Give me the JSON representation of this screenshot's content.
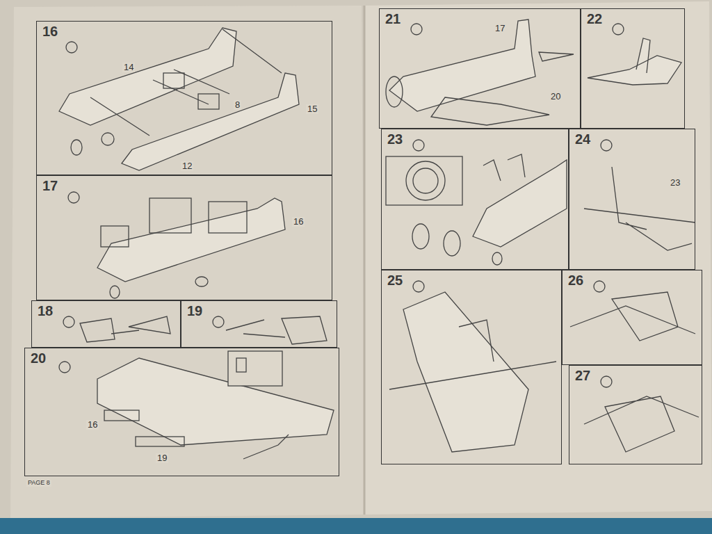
{
  "diagram": {
    "nodes": [
      {
        "text": [
          "16"
        ]
      },
      {
        "text": [
          "17"
        ]
      },
      {
        "text": [
          "18"
        ]
      },
      {
        "text": [
          "19"
        ]
      },
      {
        "text": [
          "20"
        ]
      },
      {
        "text": [
          "21"
        ]
      },
      {
        "text": [
          "22"
        ]
      },
      {
        "text": [
          "23"
        ]
      },
      {
        "text": [
          "24"
        ]
      },
      {
        "text": [
          "25"
        ]
      },
      {
        "text": [
          "26"
        ]
      },
      {
        "text": [
          "27"
        ]
      }
    ],
    "labels": [
      "14",
      "8",
      "15",
      "12",
      "16",
      "16",
      "19",
      "17",
      "20",
      "23",
      "PAGE 8"
    ]
  }
}
